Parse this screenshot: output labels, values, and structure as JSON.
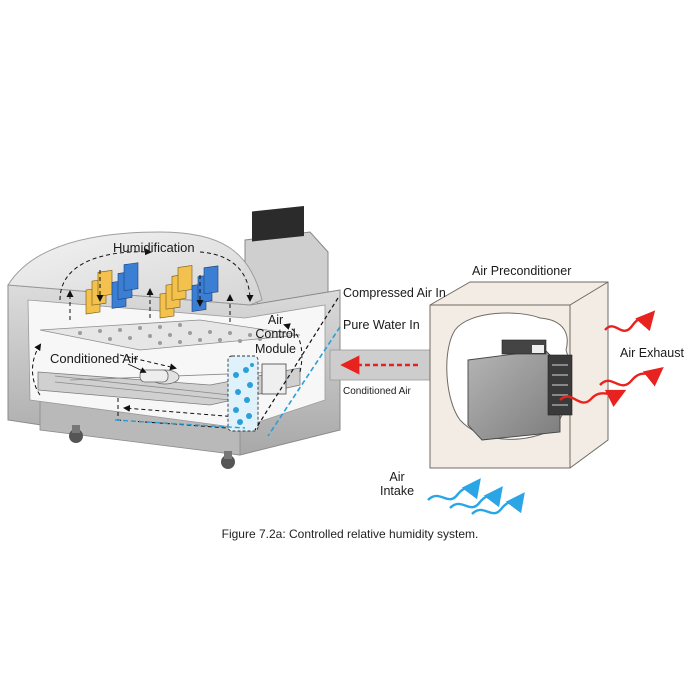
{
  "labels": {
    "humidification": "Humidification",
    "conditioned_air_chamber": "Conditioned Air",
    "air_control_module": [
      "Air",
      "Control",
      "Module"
    ],
    "compressed_air_in": "Compressed Air In",
    "pure_water_in": "Pure Water In",
    "conditioned_air_duct": "Conditioned Air",
    "air_preconditioner": "Air Preconditioner",
    "air_exhaust": "Air Exhaust",
    "air_intake": [
      "Air",
      "Intake"
    ]
  },
  "caption": "Figure 7.2a: Controlled relative humidity system.",
  "colors": {
    "chamber_body": "#c9c9c9",
    "panel_yellow": "#f2c14e",
    "panel_blue": "#3b7fd4",
    "water_blue": "#2a9fd8",
    "exhaust_red": "#e8231f",
    "intake_blue": "#2aa6e6",
    "preconditioner_box": "#f3ece4",
    "blower": "#9a9a9a"
  },
  "icons": [
    "salt-spray-chamber-icon",
    "blower-icon",
    "exhaust-arrow-icon",
    "intake-arrow-icon"
  ]
}
